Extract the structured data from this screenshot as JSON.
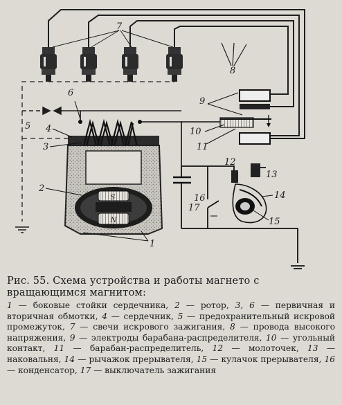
{
  "figure": {
    "labels": [
      "1",
      "2",
      "3",
      "4",
      "5",
      "6",
      "7",
      "8",
      "9",
      "10",
      "11",
      "12",
      "13",
      "14",
      "15",
      "16",
      "17"
    ],
    "rotor_marks": [
      "S",
      "N"
    ]
  },
  "caption": {
    "title": "Рис. 55. Схема устройства и работы магнето с вращающимся магнитом:",
    "items": [
      {
        "num": "1",
        "text": "боковые стойки сердечника,"
      },
      {
        "num": "2",
        "text": "ротор,"
      },
      {
        "num": "3, 6",
        "text": "первичная и вторичная обмотки,"
      },
      {
        "num": "4",
        "text": "сердечник,"
      },
      {
        "num": "5",
        "text": "предохранительный искровой промежуток,"
      },
      {
        "num": "7",
        "text": "свечи искрового зажигания,"
      },
      {
        "num": "8",
        "text": "провода высокого напряжения,"
      },
      {
        "num": "9",
        "text": "электроды барабана-распределителя,"
      },
      {
        "num": "10",
        "text": "угольный контакт,"
      },
      {
        "num": "11",
        "text": "барабан-распределитель,"
      },
      {
        "num": "12",
        "text": "молоточек,"
      },
      {
        "num": "13",
        "text": "наковальня,"
      },
      {
        "num": "14",
        "text": "рычажок прерывателя,"
      },
      {
        "num": "15",
        "text": "кулачок прерывателя,"
      },
      {
        "num": "16",
        "text": "конденсатор,"
      },
      {
        "num": "17",
        "text": "выключатель зажигания"
      }
    ]
  }
}
